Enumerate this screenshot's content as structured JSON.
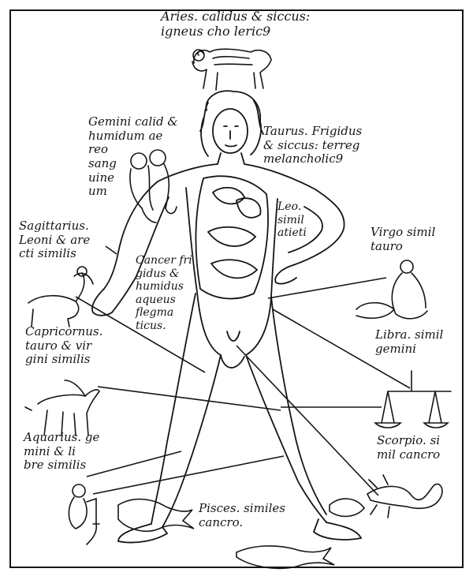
{
  "image": {
    "subject": "zodiac-man",
    "colors": {
      "ink": "#151515",
      "paper": "#ffffff"
    }
  },
  "labels": {
    "aries": "Aries. calidus & siccus:\nigneus cho    leric9",
    "gemini": "Gemini calid &\nhumidum    ae\nreo\nsang\nuine\num",
    "taurus": "Taurus. Frigidus\n& siccus: terreg\nmelancholic9",
    "leo": "Leo.\nsimil\natieti",
    "sagittarius": "Sagittarius.\nLeoni & are\ncti similis",
    "cancer": "Cancer fri\ngidus &\nhumidus\naqueus\nflegma\nticus.",
    "virgo": "Virgo simil\ntauro",
    "capricornus": "Capricornus.\ntauro & vir\ngini similis",
    "libra": "Libra. simil\ngemini",
    "aquarius": "Aquarius. ge\nmini & li\nbre similis",
    "scorpio": "Scorpio. si\nmil cancro",
    "pisces": "Pisces. similes\ncancro."
  }
}
